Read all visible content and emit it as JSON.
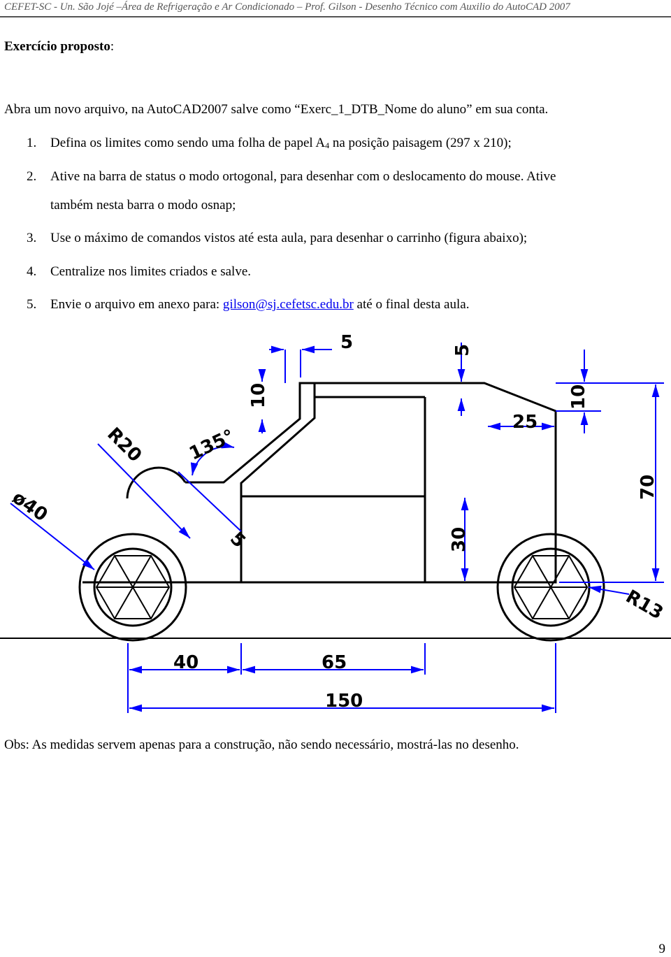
{
  "header": {
    "running_title": "CEFET-SC - Un. São Jojé –Área de Refrigeração e Ar Condicionado – Prof. Gilson - Desenho Técnico com Auxilio do AutoCAD 2007"
  },
  "section": {
    "title_bold": "Exercício proposto",
    "title_suffix": ":"
  },
  "intro": "Abra um novo arquivo, na AutoCAD2007 salve como “Exerc_1_DTB_Nome do aluno” em sua conta.",
  "steps": {
    "s1": {
      "num": "1.",
      "before": "Defina os limites como sendo uma folha de papel A",
      "sub": "4",
      "after": " na posição paisagem (297 x 210);"
    },
    "s2": {
      "num": "2.",
      "line1": "Ative na barra de status o modo ortogonal, para desenhar com o deslocamento do mouse. Ative",
      "line2": "também nesta barra o modo osnap;"
    },
    "s3": {
      "num": "3.",
      "text": "Use o máximo de comandos vistos até esta aula, para desenhar o carrinho (figura abaixo);"
    },
    "s4": {
      "num": "4.",
      "text": "Centralize nos limites criados e salve."
    },
    "s5": {
      "num": "5.",
      "before": "Envie o arquivo em anexo para: ",
      "email": "gilson@sj.cefetsc.edu.br",
      "after": " até o final desta aula."
    }
  },
  "drawing": {
    "dims": {
      "d5_top": "5",
      "d5_top2": "5",
      "d10_left": "10",
      "d10_right": "10",
      "d25": "25",
      "d135": "135°",
      "r20": "R20",
      "dia40": "ø40",
      "d70": "70",
      "d30": "30",
      "d5_side": "5",
      "r13": "R13",
      "d40": "40",
      "d65": "65",
      "d150": "150"
    }
  },
  "obs": "Obs: As medidas servem apenas para a construção, não sendo necessário, mostrá-las no desenho.",
  "page_number": "9",
  "colors": {
    "ink": "#000000",
    "dimension_blue": "#0000ff",
    "header_gray": "#555555",
    "link": "#0000ee"
  }
}
